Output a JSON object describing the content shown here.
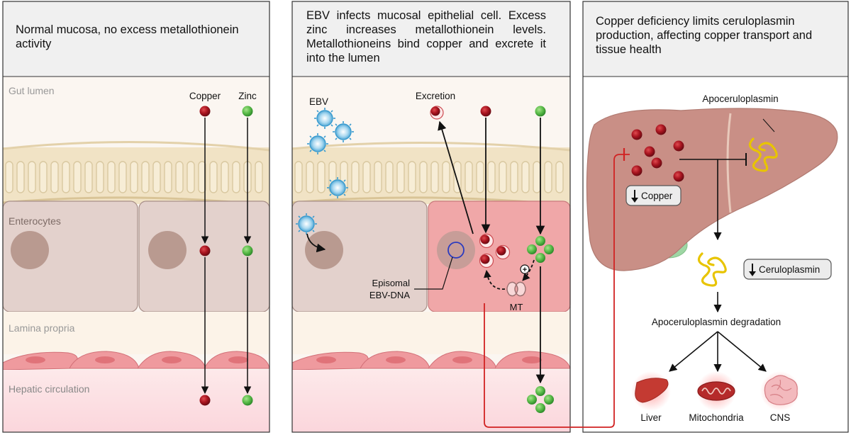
{
  "colors": {
    "copper": "#a8141f",
    "zinc": "#5cbd4a",
    "virus": "#3a9bcf",
    "red_line": "#d12222",
    "liver": "#c98f86",
    "ceruloplasmin": "#e8c400",
    "lumen_bg": "#fbf6f1",
    "header_bg": "#f0f0f0",
    "hepatic_bg": "#fbe5e9",
    "microvilli": "#f1e3c5",
    "enterocyte": "#e3d1cc",
    "infected_cell": "#f0a7a8"
  },
  "panel1": {
    "header": "Normal mucosa, no excess metallothionein activity",
    "layers": {
      "gut_lumen": "Gut lumen",
      "enterocytes": "Enterocytes",
      "lamina_propria": "Lamina propria",
      "hepatic_circulation": "Hepatic circulation"
    },
    "copper_label": "Copper",
    "zinc_label": "Zinc"
  },
  "panel2": {
    "header": "EBV infects mucosal epithelial cell. Excess zinc increases metallothionein levels. Metallothioneins bind copper and excrete it into the lumen",
    "ebv_label": "EBV",
    "excretion_label": "Excretion",
    "episomal_line1": "Episomal",
    "episomal_line2": "EBV-DNA",
    "mt_label": "MT",
    "plus_sign": "+"
  },
  "panel3": {
    "header": "Copper deficiency limits ceruloplasmin production, affecting copper transport and tissue health",
    "apoceruloplasmin_label": "Apoceruloplasmin",
    "copper_box": "Copper",
    "ceruloplasmin_box": "Ceruloplasmin",
    "degradation_label": "Apoceruloplasmin degradation",
    "organs": {
      "liver": "Liver",
      "mitochondria": "Mitochondria",
      "cns": "CNS"
    },
    "down_arrow_icon": "down-arrow-icon",
    "liver_icon": "liver-icon",
    "mitochondria_icon": "mitochondria-icon",
    "brain_icon": "brain-icon"
  }
}
